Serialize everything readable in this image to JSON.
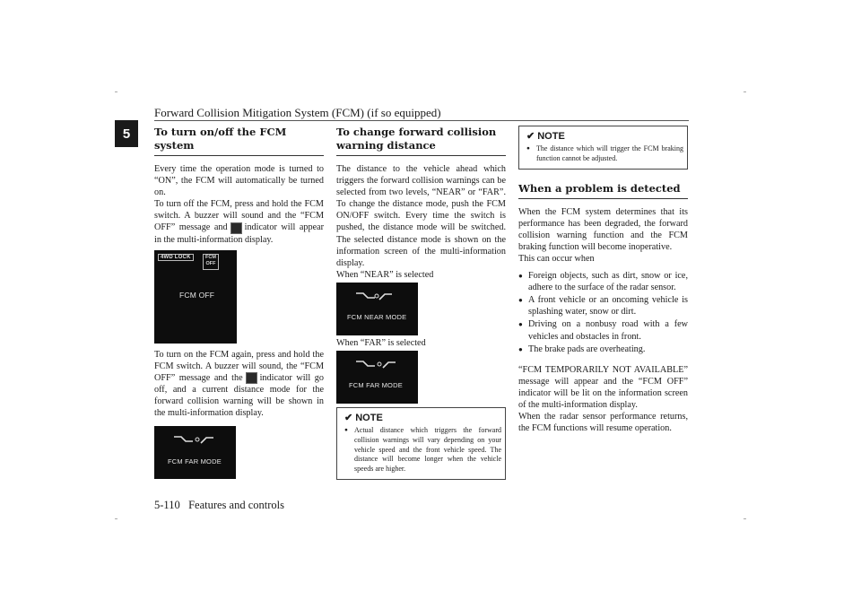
{
  "header": {
    "title": "Forward Collision Mitigation System (FCM) (if so equipped)",
    "chapter": "5"
  },
  "footer": {
    "page": "5-110",
    "section": "Features and controls"
  },
  "col1": {
    "title": "To turn on/off the FCM system",
    "p1": "Every time the operation mode is turned to “ON”, the FCM will automatically be turned on.",
    "p2a": "To turn off the FCM, press and hold the FCM switch. A buzzer will sound and the “FCM OFF” message and",
    "p2b": "indicator will appear in the multi-information display.",
    "screen1": {
      "badge1": "4WD LOCK",
      "badge2a": "FCM",
      "badge2b": "OFF",
      "text": "FCM OFF"
    },
    "p3a": "To turn on the FCM again, press and hold the FCM switch. A buzzer will sound, the “FCM OFF” message and the",
    "p3b": "indicator will go off, and a current distance mode for the forward collision warning will be shown in the multi-information display.",
    "screen2": {
      "text": "FCM FAR MODE"
    }
  },
  "col2": {
    "title": "To change forward collision warning distance",
    "p1": "The distance to the vehicle ahead which triggers the forward collision warnings can be selected from two levels, “NEAR” or “FAR”. To change the distance mode, push the FCM ON/OFF switch. Every time the switch is pushed, the distance mode will be switched. The selected distance mode is shown on the information screen of the multi-information display.",
    "near_label": "When “NEAR” is selected",
    "near_screen": "FCM NEAR MODE",
    "far_label": "When “FAR” is selected",
    "far_screen": "FCM FAR MODE",
    "note": {
      "label": "NOTE",
      "item": "Actual distance which triggers the forward collision warnings will vary depending on your vehicle speed and the front vehicle speed. The distance will become longer when the vehicle speeds are higher."
    }
  },
  "col3": {
    "note": {
      "label": "NOTE",
      "item": "The distance which will trigger the FCM braking function cannot be adjusted."
    },
    "title": "When a problem is detected",
    "p1": "When the FCM system determines that its performance has been degraded, the forward collision warning function and the FCM braking function will become inoperative.",
    "p2": "This can occur when",
    "bullets": [
      "Foreign objects, such as dirt, snow or ice, adhere to the surface of the radar sensor.",
      "A front vehicle or an oncoming vehicle is splashing water, snow or dirt.",
      "Driving on a nonbusy road with a few vehicles and obstacles in front.",
      "The brake pads are overheating."
    ],
    "p3": "“FCM TEMPORARILY NOT AVAILABLE” message will appear and the “FCM OFF” indicator will be lit on the information screen of the multi-information display.",
    "p4": "When the radar sensor performance returns, the FCM functions will resume operation."
  }
}
